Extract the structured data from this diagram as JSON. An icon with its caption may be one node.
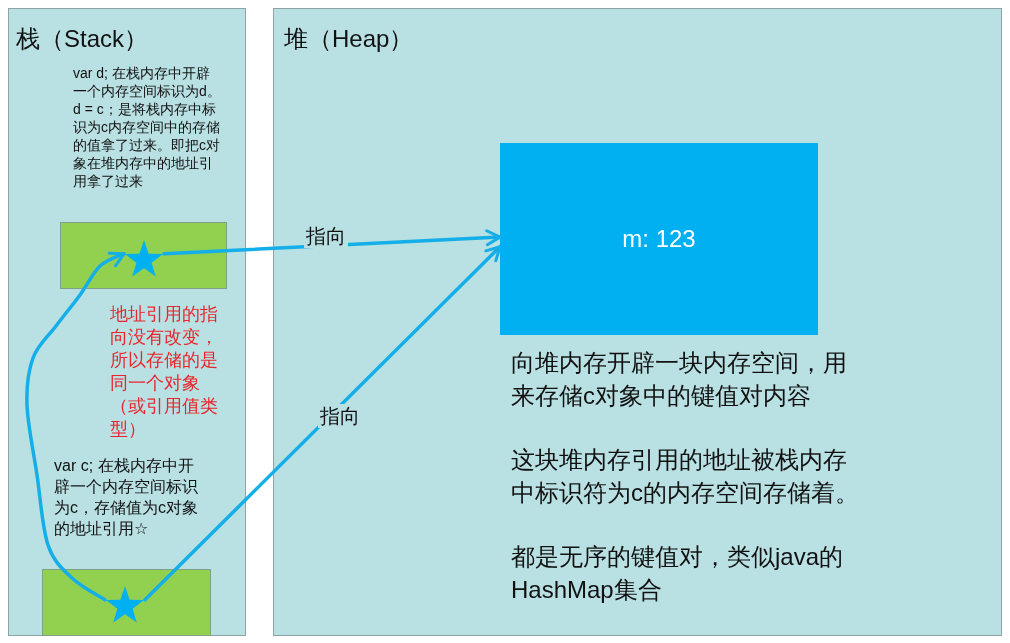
{
  "diagram": {
    "nodes": [
      {
        "text": [
          "栈（Stack）"
        ]
      },
      {
        "text": [],
        "shape": "box",
        "in": 0
      },
      {
        "text": [],
        "shape": "star",
        "in": 1
      },
      {
        "text": [],
        "shape": "box",
        "in": 0
      },
      {
        "text": [],
        "shape": "star",
        "in": 3
      },
      {
        "text": [
          "堆（Heap）"
        ]
      },
      {
        "text": [
          "m: 123"
        ],
        "in": 5
      }
    ],
    "edges": [
      {
        "from": 2,
        "to": 6,
        "arrow": "to",
        "label": "指向"
      },
      {
        "from": 4,
        "to": 6,
        "arrow": "to",
        "label": "指向"
      },
      {
        "from": 4,
        "to": 2,
        "arrow": "to"
      }
    ],
    "labels": [
      "var d; 在栈内存中开辟一个内存空间标识为d。",
      "d = c；是将栈内存中标识为c内存空间中的存储的值拿了过来。即把c对象在堆内存中的地址引用拿了过来",
      "地址引用的指向没有改变，所以存储的是同一个对象（或引用值类型）",
      "var c; 在栈内存中开辟一个内存空间标识为c，存储值为c对象的地址引用☆",
      "向堆内存开辟一块内存空间，用来存储c对象中的键值对内容",
      "这块堆内存引用的地址被栈内存中标识符为c的内存空间存储着。",
      "都是无序的键值对，类似java的HashMap集合"
    ]
  }
}
